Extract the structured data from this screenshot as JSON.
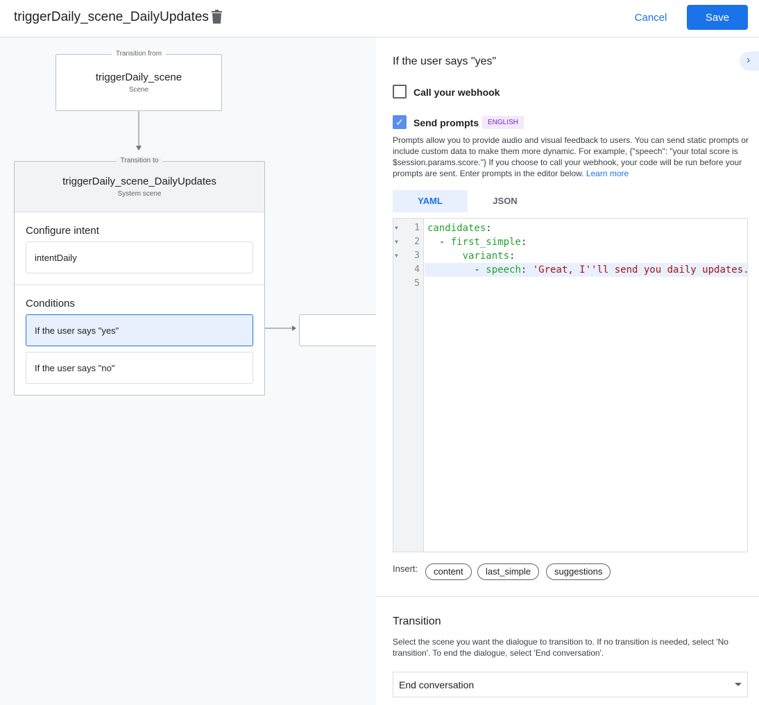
{
  "header": {
    "title": "triggerDaily_scene_DailyUpdates",
    "cancel": "Cancel",
    "save": "Save"
  },
  "canvas": {
    "from": {
      "legend": "Transition from",
      "name": "triggerDaily_scene",
      "type": "Scene"
    },
    "to": {
      "legend": "Transition to",
      "name": "triggerDaily_scene_DailyUpdates",
      "type": "System scene",
      "intent_label": "Configure intent",
      "intent": "intentDaily",
      "conditions_label": "Conditions",
      "conditions": [
        "If the user says \"yes\"",
        "If the user says \"no\""
      ]
    }
  },
  "panel": {
    "title": "If the user says \"yes\"",
    "webhook": {
      "label": "Call your webhook",
      "checked": false
    },
    "prompts": {
      "label": "Send prompts",
      "checked": true,
      "badge": "ENGLISH"
    },
    "desc": "Prompts allow you to provide audio and visual feedback to users. You can send static prompts or include custom data to make them more dynamic. For example, {\"speech\": \"your total score is $session.params.score.\"} If you choose to call your webhook, your code will be run before your prompts are sent. Enter prompts in the editor below.",
    "learn_more": "Learn more",
    "tabs": [
      "YAML",
      "JSON"
    ],
    "active_tab": "YAML",
    "code_lines": [
      "1",
      "2",
      "3",
      "4",
      "5"
    ],
    "code": {
      "l1k": "candidates",
      "l2k": "first_simple",
      "l3k": "variants",
      "l4k": "speech",
      "l4s": "'Great, I''ll send you daily updates."
    },
    "insert_label": "Insert:",
    "chips": [
      "content",
      "last_simple",
      "suggestions"
    ],
    "transition": {
      "title": "Transition",
      "desc": "Select the scene you want the dialogue to transition to. If no transition is needed, select 'No transition'. To end the dialogue, select 'End conversation'.",
      "value": "End conversation"
    }
  }
}
